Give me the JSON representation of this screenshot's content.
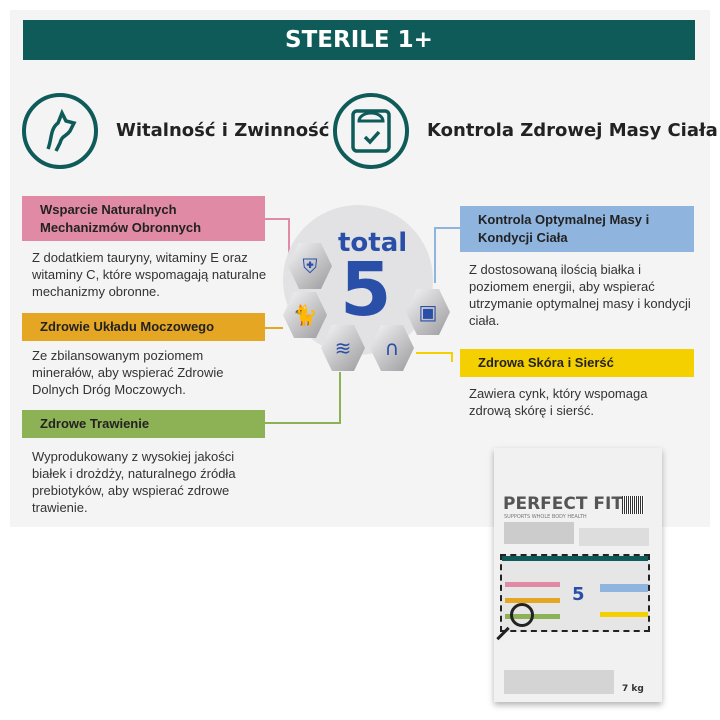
{
  "header": {
    "title": "STERILE 1+"
  },
  "features": [
    {
      "label": "Witalność i Zwinność",
      "icon": "cat-icon"
    },
    {
      "label": "Kontrola Zdrowej Masy Ciała",
      "icon": "scale-check-icon"
    }
  ],
  "center": {
    "total": "total",
    "number": "5"
  },
  "benefits": [
    {
      "title": "Wsparcie Naturalnych Mechanizmów Obronnych",
      "text": "Z dodatkiem tauryny, witaminy E oraz witaminy C, które wspomagają naturalne mechanizmy obronne.",
      "color": "#e08aa5",
      "icon": "shield-check-icon"
    },
    {
      "title": "Zdrowie Układu Moczowego",
      "text": "Ze zbilansowanym poziomem minerałów, aby wspierać Zdrowie Dolnych Dróg Moczowych.",
      "color": "#e5a624",
      "icon": "cat-drop-icon"
    },
    {
      "title": "Zdrowe Trawienie",
      "text": "Wyprodukowany z wysokiej jakości białek i drożdży, naturalnego źródła prebiotyków, aby wspierać zdrowe trawienie.",
      "color": "#8db256",
      "icon": "intestine-icon"
    },
    {
      "title": "Kontrola Optymalnej Masy i Kondycji Ciała",
      "text": "Z dostosowaną ilością białka i poziomem energii, aby wspierać utrzymanie optymalnej masy i kondycji ciała.",
      "color": "#8fb4de",
      "icon": "scale-icon"
    },
    {
      "title": "Zdrowa Skóra i Sierść",
      "text": "Zawiera cynk, który wspomaga zdrową skórę i sierść.",
      "color": "#f5d000",
      "icon": "hair-icon"
    }
  ],
  "bag": {
    "brand": "PERFECT FIT",
    "tagline": "SUPPORTS WHOLE BODY HEALTH",
    "weight": "7 kg",
    "icon": "magnifier-icon"
  }
}
